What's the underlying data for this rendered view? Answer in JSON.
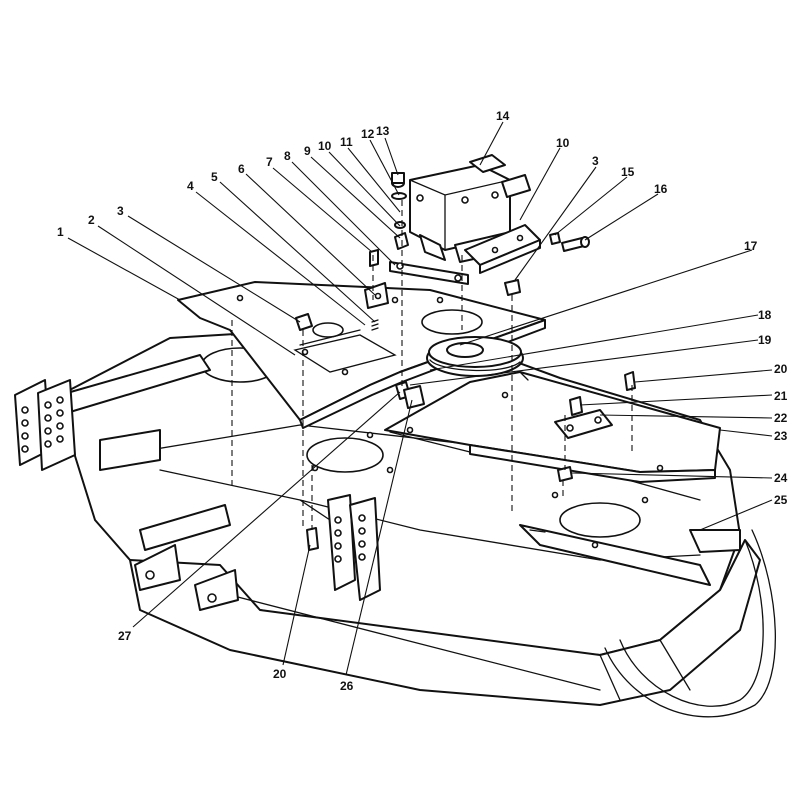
{
  "callouts": [
    {
      "id": "c1",
      "label": "1"
    },
    {
      "id": "c2",
      "label": "2"
    },
    {
      "id": "c3a",
      "label": "3"
    },
    {
      "id": "c4",
      "label": "4"
    },
    {
      "id": "c5",
      "label": "5"
    },
    {
      "id": "c6",
      "label": "6"
    },
    {
      "id": "c7",
      "label": "7"
    },
    {
      "id": "c8",
      "label": "8"
    },
    {
      "id": "c9",
      "label": "9"
    },
    {
      "id": "c10a",
      "label": "10"
    },
    {
      "id": "c11",
      "label": "11"
    },
    {
      "id": "c12",
      "label": "12"
    },
    {
      "id": "c13",
      "label": "13"
    },
    {
      "id": "c14",
      "label": "14"
    },
    {
      "id": "c10b",
      "label": "10"
    },
    {
      "id": "c3b",
      "label": "3"
    },
    {
      "id": "c15",
      "label": "15"
    },
    {
      "id": "c16",
      "label": "16"
    },
    {
      "id": "c17",
      "label": "17"
    },
    {
      "id": "c18",
      "label": "18"
    },
    {
      "id": "c19",
      "label": "19"
    },
    {
      "id": "c20a",
      "label": "20"
    },
    {
      "id": "c21",
      "label": "21"
    },
    {
      "id": "c22",
      "label": "22"
    },
    {
      "id": "c23",
      "label": "23"
    },
    {
      "id": "c24",
      "label": "24"
    },
    {
      "id": "c25",
      "label": "25"
    },
    {
      "id": "c27",
      "label": "27"
    },
    {
      "id": "c20b",
      "label": "20"
    },
    {
      "id": "c26",
      "label": "26"
    }
  ]
}
